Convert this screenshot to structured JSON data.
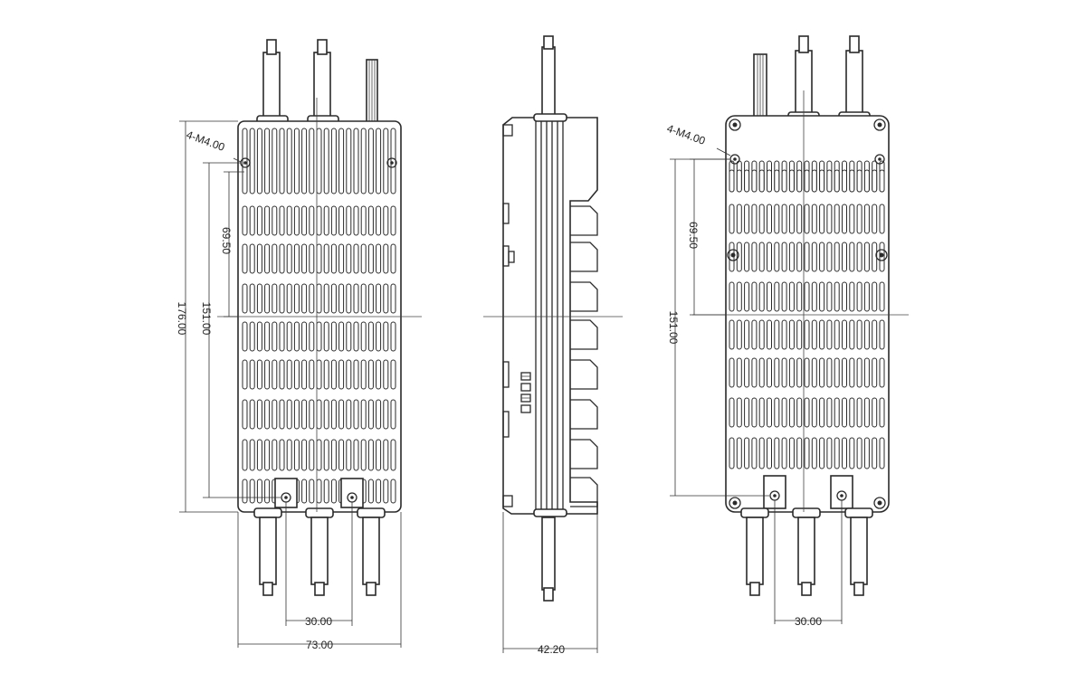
{
  "dimensions": {
    "front": {
      "hole_callout": "4-M4.00",
      "vertical_spacing": "69.50",
      "hole_span": "151.00",
      "overall_length": "176.00",
      "terminal_spacing": "30.00",
      "overall_width": "73.00"
    },
    "side": {
      "thickness": "42.20"
    },
    "rear": {
      "hole_callout": "4-M4.00",
      "vertical_spacing": "69.50",
      "hole_span": "151.00",
      "terminal_spacing": "30.00"
    }
  },
  "colors": {
    "line": "#2a2a2a",
    "background": "#ffffff"
  }
}
